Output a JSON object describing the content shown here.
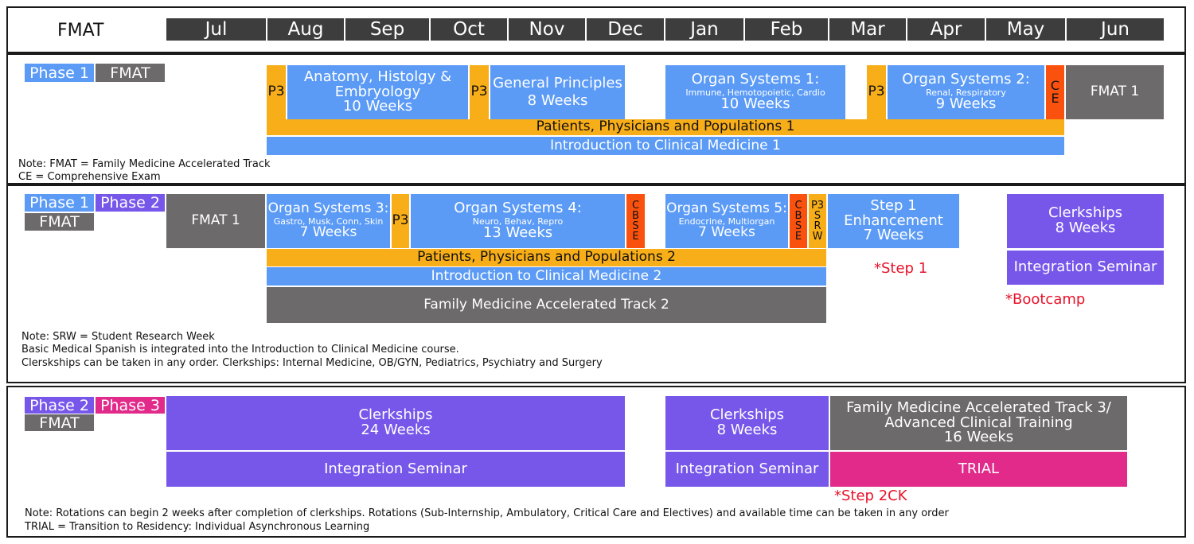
{
  "header": {
    "title": "FMAT",
    "months": [
      "Jul",
      "Aug",
      "Sep",
      "Oct",
      "Nov",
      "Dec",
      "Jan",
      "Feb",
      "Mar",
      "Apr",
      "May",
      "Jun"
    ]
  },
  "section1": {
    "tags": {
      "phase1": "Phase 1",
      "fmat": "FMAT"
    },
    "p3a": "P3",
    "anatomy": {
      "line1": "Anatomy, Histolgy &",
      "line2": "Embryology",
      "weeks": "10 Weeks"
    },
    "p3b": "P3",
    "general": {
      "line1": "General Principles",
      "weeks": "8 Weeks"
    },
    "os1": {
      "line1": "Organ Systems 1:",
      "sub": "Immune, Hemotopoietic, Cardio",
      "weeks": "10 Weeks"
    },
    "p3c": "P3",
    "os2": {
      "line1": "Organ Systems 2:",
      "sub": "Renal, Respiratory",
      "weeks": "9 Weeks"
    },
    "ce": "C\nE",
    "fmat1": "FMAT 1",
    "ppp1": "Patients, Physicians and Populations 1",
    "icm1": "Introduction to Clinical Medicine 1",
    "notes": [
      "Note: FMAT = Family Medicine Accelerated Track",
      "CE = Comprehensive Exam"
    ]
  },
  "section2": {
    "tags": {
      "phase1": "Phase 1",
      "phase2": "Phase 2",
      "fmat": "FMAT"
    },
    "fmat1": "FMAT 1",
    "os3": {
      "line1": "Organ Systems 3:",
      "sub": "Gastro, Musk, Conn, Skin",
      "weeks": "7 Weeks"
    },
    "p3": "P3",
    "os4": {
      "line1": "Organ Systems 4:",
      "sub": "Neuro, Behav, Repro",
      "weeks": "13 Weeks"
    },
    "cbse1": "C\nB\nS\nE",
    "os5": {
      "line1": "Organ Systems 5:",
      "sub": "Endocrine, Multiorgan",
      "weeks": "7 Weeks"
    },
    "cbse2": "C\nB\nS\nE",
    "p3srw": "P3\nS\nR\nW",
    "step1": {
      "line1": "Step 1",
      "line2": "Enhancement",
      "weeks": "7 Weeks"
    },
    "clerkships": {
      "line1": "Clerkships",
      "weeks": "8 Weeks"
    },
    "integration": "Integration Seminar",
    "ppp2": "Patients, Physicians and Populations 2",
    "icm2": "Introduction to Clinical Medicine 2",
    "fmat2": "Family Medicine Accelerated Track 2",
    "step1_note": "*Step 1",
    "bootcamp": "*Bootcamp",
    "notes": [
      "Note: SRW = Student Research Week",
      "Basic Medical Spanish is integrated into the Introduction to Clinical Medicine course.",
      "Clerskships can be taken in any order. Clerkships: Internal Medicine, OB/GYN, Pediatrics, Psychiatry and Surgery"
    ]
  },
  "section3": {
    "tags": {
      "phase2": "Phase 2",
      "phase3": "Phase 3",
      "fmat": "FMAT"
    },
    "clerk24": {
      "line1": "Clerkships",
      "weeks": "24 Weeks"
    },
    "integration1": "Integration Seminar",
    "clerk8": {
      "line1": "Clerkships",
      "weeks": "8 Weeks"
    },
    "integration2": "Integration Seminar",
    "fmat3": {
      "line1": "Family Medicine Accelerated Track 3/",
      "line2": "Advanced Clinical Training",
      "weeks": "16 Weeks"
    },
    "trial": "TRIAL",
    "step2ck": "*Step 2CK",
    "notes": [
      "Note: Rotations can begin 2 weeks after completion of clerkships. Rotations (Sub-Internship, Ambulatory, Critical Care and Electives) and available time can be taken in any order",
      "TRIAL = Transition to Residency: Individual Asynchronous Learning"
    ]
  },
  "colors": {
    "blue": "#5b9bf6",
    "orange": "#f8ae18",
    "red": "#fa520e",
    "gray": "#6c6a6a",
    "purple": "#7757ea",
    "pink": "#e12a8a",
    "month_bar": "#3d3d3d",
    "note_red": "#e8122a"
  }
}
